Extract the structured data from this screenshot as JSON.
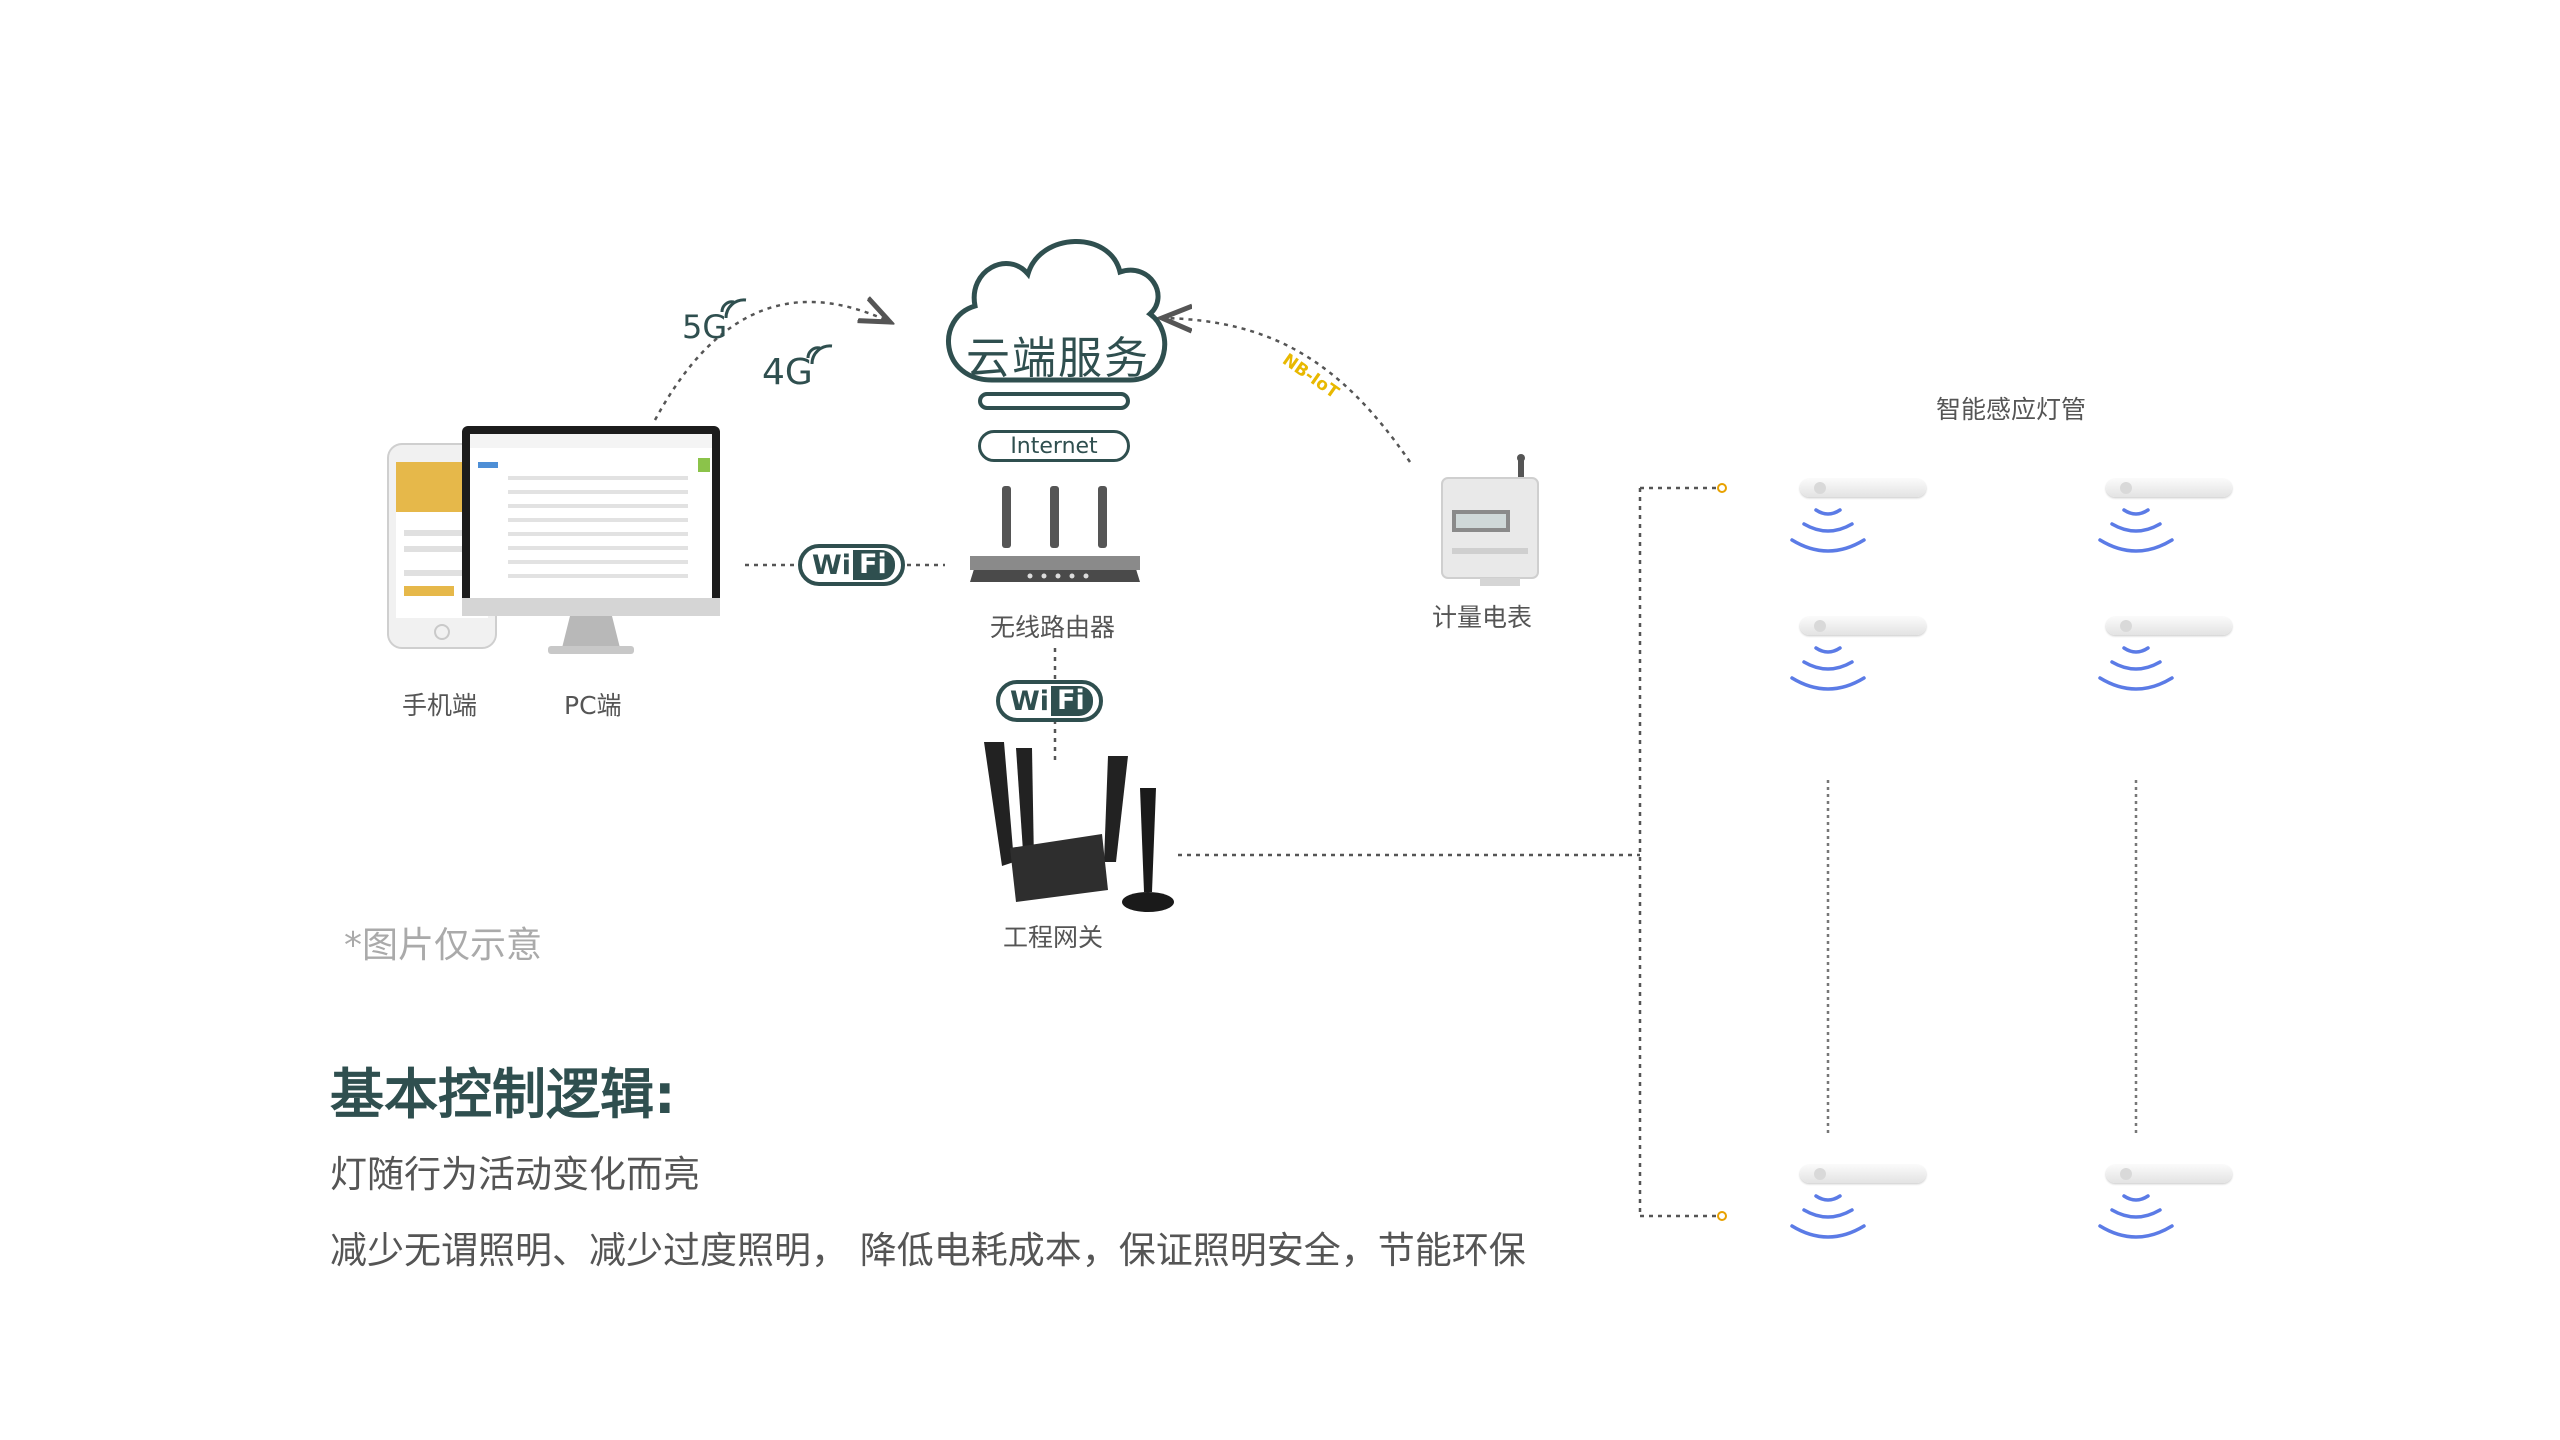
{
  "cloud": {
    "label": "云端服务",
    "internet": "Internet"
  },
  "network": {
    "label_5g": "5G",
    "label_4g": "4G",
    "nbiot": "NB-IoT",
    "wifi_a": "Wi",
    "wifi_b": "Fi"
  },
  "devices": {
    "phone": "手机端",
    "pc": "PC端",
    "router": "无线路由器",
    "meter": "计量电表",
    "gateway": "工程网关",
    "tubes": "智能感应灯管"
  },
  "note": "*图片仅示意",
  "logic": {
    "heading": "基本控制逻辑:",
    "line1": "灯随行为活动变化而亮",
    "line2": "减少无谓照明、减少过度照明， 降低电耗成本，保证照明安全，节能环保"
  },
  "colors": {
    "primary": "#2f4f4f",
    "nbiot": "#e8b800",
    "signal": "#5b7be6",
    "dot": "#e8a100"
  },
  "icons": [
    "cloud-icon",
    "phone-icon",
    "monitor-icon",
    "router-icon",
    "meter-icon",
    "gateway-icon",
    "wifi-icon",
    "signal-icon",
    "light-tube-icon"
  ]
}
